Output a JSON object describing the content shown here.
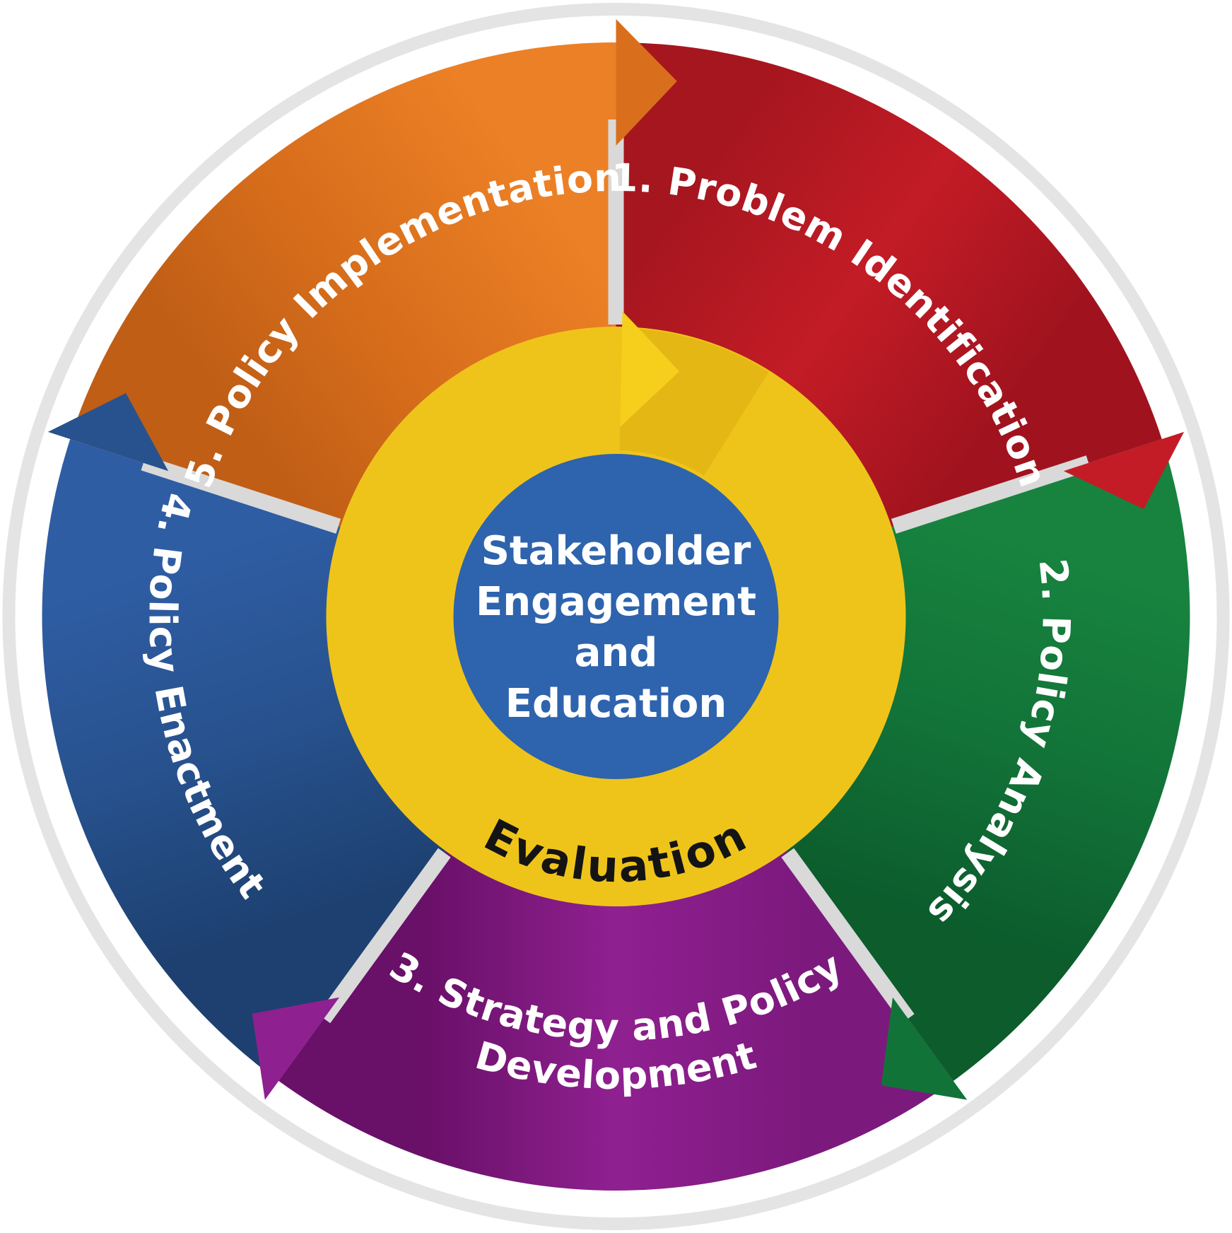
{
  "diagram": {
    "type": "cycle-wheel",
    "background": "#ffffff",
    "outer_ring_color": "#e4e4e4",
    "white_ring_color": "#ffffff",
    "divider_color": "#d9d9d9",
    "center": {
      "lines": [
        "Stakeholder",
        "Engagement",
        "and",
        "Education"
      ],
      "circle_color": "#2e63ad",
      "text_color": "#ffffff"
    },
    "evaluation": {
      "label": "Evaluation",
      "ring_color": "#efc41a",
      "arrow_color": "#f6ce1c",
      "shadow_color": "#d9a90d",
      "text_color": "#141414"
    },
    "segment_text_color": "#ffffff",
    "segments": [
      {
        "id": "problem-identification",
        "label": "1. Problem Identification",
        "start": 0,
        "end": 72,
        "colors": [
          "#a6161f",
          "#c31c26",
          "#a0131e"
        ]
      },
      {
        "id": "policy-analysis",
        "label": "2. Policy Analysis",
        "start": 72,
        "end": 144,
        "colors": [
          "#17833f",
          "#127338",
          "#0c5c2c"
        ]
      },
      {
        "id": "strategy-and-policy-development",
        "label": "3. Strategy and Policy Development",
        "label_line1": "3. Strategy and Policy",
        "label_line2": "Development",
        "start": 144,
        "end": 216,
        "colors": [
          "#7c197d",
          "#8f2090",
          "#691068"
        ]
      },
      {
        "id": "policy-enactment",
        "label": "4. Policy Enactment",
        "start": 216,
        "end": 288,
        "colors": [
          "#1d4070",
          "#27528e",
          "#2f5da4"
        ]
      },
      {
        "id": "policy-implementation",
        "label": "5. Policy Implementation",
        "start": 288,
        "end": 360,
        "colors": [
          "#c05e16",
          "#d96f1c",
          "#ec8026"
        ]
      }
    ]
  }
}
